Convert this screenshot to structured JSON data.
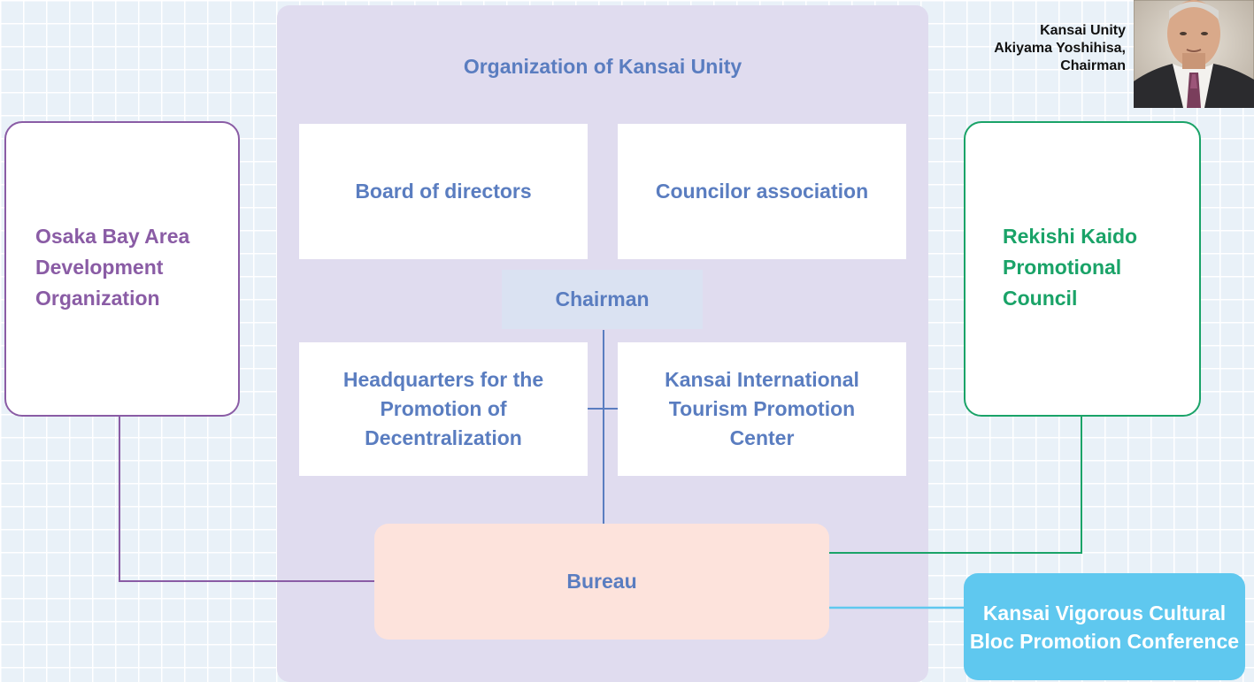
{
  "title": "Organization of Kansai Unity",
  "board": "Board of directors",
  "councilor": "Councilor association",
  "chairman": "Chairman",
  "hq": "Headquarters for the Promotion of Decentralization",
  "kitpc": "Kansai International Tourism Promotion Center",
  "bureau": "Bureau",
  "osaka": "Osaka Bay Area Development Organization",
  "rekishi": "Rekishi Kaido Promotional Council",
  "vigorous": "Kansai Vigorous Cultural Bloc Promotion Conference",
  "caption": {
    "line1": "Kansai Unity",
    "line2": "Akiyama Yoshihisa,",
    "line3": "Chairman"
  },
  "photo": {
    "icon": "portrait-photo"
  },
  "colors": {
    "panel": "#e0dcef",
    "blue_text": "#5a7dc0",
    "purple": "#8a5ca5",
    "green": "#1aa368",
    "light_blue": "#5fc8ef",
    "bureau_fill": "#fde3dc",
    "chairman_fill": "#dae2f2"
  }
}
